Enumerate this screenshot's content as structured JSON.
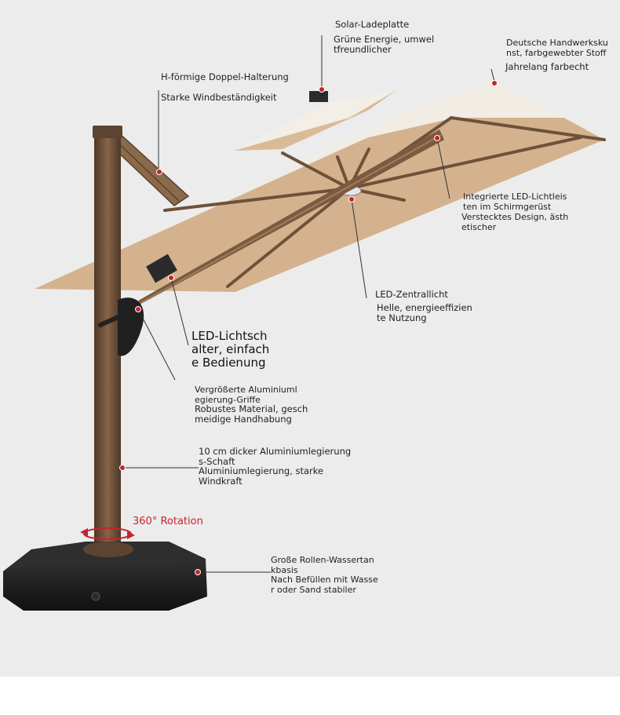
{
  "labels": {
    "solar_title": "Solar-Ladeplatte",
    "solar_desc": "Grüne Energie, umwel\ntfreundlicher",
    "fabric_title": "Deutsche Handwerksku\nnst, farbgewebter Stoff",
    "fabric_desc": "Jahrelang farbecht",
    "bracket_title": "H-förmige Doppel-Halterung",
    "bracket_desc": "Starke Windbeständigkeit",
    "led_strip_title": "Integrierte LED-Lichtleis\nten im Schirmgerüst",
    "led_strip_desc": "Verstecktes Design, ästh\netischer",
    "led_center_title": "LED-Zentrallicht",
    "led_center_desc": "Helle, energieeffizien\nte Nutzung",
    "led_switch": "LED-Lichtsch\nalter, einfach\ne Bedienung",
    "handle_title": "Vergrößerte Aluminiuml\negierung-Griffe",
    "handle_desc": "Robustes Material, gesch\nmeidige Handhabung",
    "shaft_title": "10 cm dicker Aluminiumlegierung\ns-Schaft",
    "shaft_desc": "Aluminiumlegierung, starke\nWindkraft",
    "rotation": "360° Rotation",
    "base_title": "Große Rollen-Wassertan\nkbasis",
    "base_desc": "Nach Befüllen mit Wasse\nr oder Sand stabiler"
  },
  "colors": {
    "background": "#ececec",
    "canopy_top": "#f1ece4",
    "canopy_under": "#d3b28d",
    "frame": "#6e513a",
    "base": "#1c1c1c",
    "marker": "#c4242b",
    "rotation": "#c4242b"
  }
}
